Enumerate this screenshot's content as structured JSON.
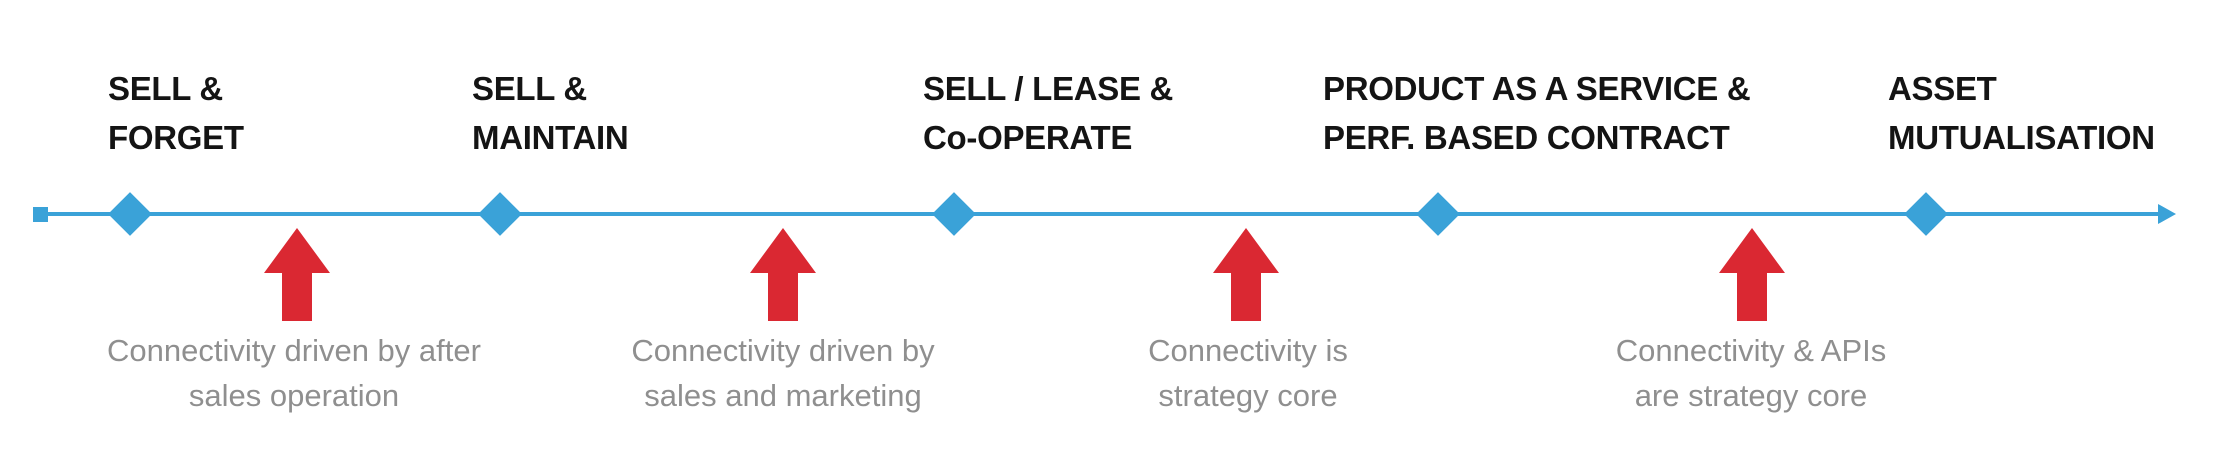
{
  "palette": {
    "timeline_blue": "#3AA2D8",
    "arrow_red": "#DA2832",
    "annotation_gray": "#8F8F8F",
    "heading_black": "#141414",
    "background": "#FFFFFF"
  },
  "diagram": {
    "type": "timeline",
    "direction": "left-to-right",
    "marker_shape": "diamond",
    "start_marker": "square",
    "end_marker": "arrowhead"
  },
  "stages": [
    {
      "line1": "SELL &",
      "line2": "FORGET"
    },
    {
      "line1": "SELL &",
      "line2": "MAINTAIN"
    },
    {
      "line1": "SELL / LEASE &",
      "line2": "Co-OPERATE"
    },
    {
      "line1": "PRODUCT AS A SERVICE &",
      "line2": "PERF. BASED CONTRACT"
    },
    {
      "line1": "ASSET",
      "line2": "MUTUALISATION"
    }
  ],
  "annotations": [
    {
      "line1": "Connectivity driven by after",
      "line2": "sales operation"
    },
    {
      "line1": "Connectivity driven by",
      "line2": "sales and marketing"
    },
    {
      "line1": "Connectivity is",
      "line2": "strategy core"
    },
    {
      "line1": "Connectivity & APIs",
      "line2": "are strategy core"
    }
  ]
}
